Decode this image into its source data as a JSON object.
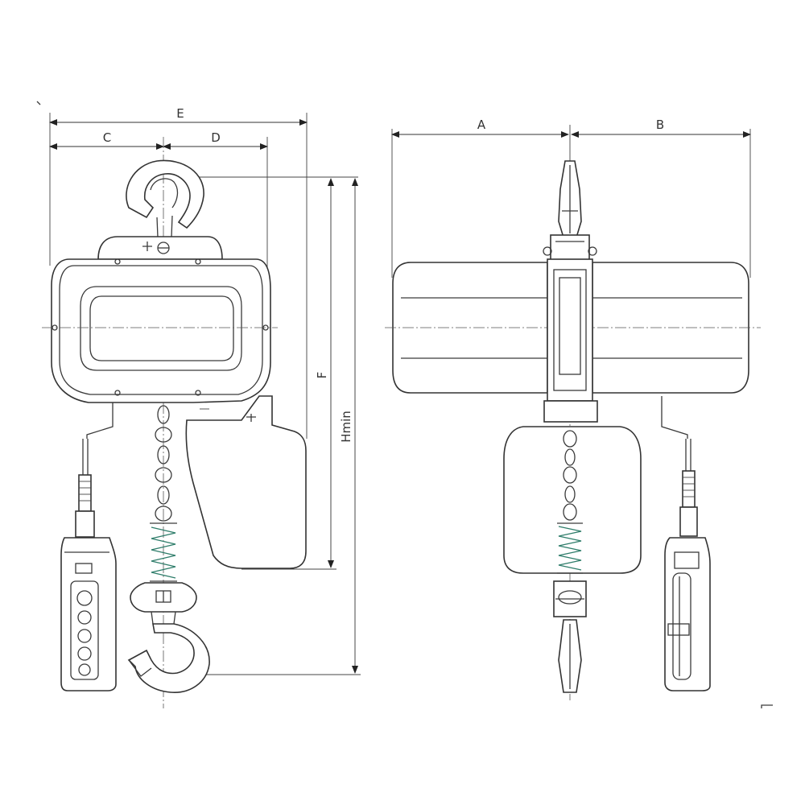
{
  "diagram": {
    "side_view": {
      "dimension_labels": {
        "overall_width": "E",
        "left_half": "C",
        "right_half": "D",
        "body_height": "F",
        "min_height": "Hmin"
      }
    },
    "front_view": {
      "dimension_labels": {
        "left_span": "A",
        "right_span": "B"
      }
    }
  }
}
